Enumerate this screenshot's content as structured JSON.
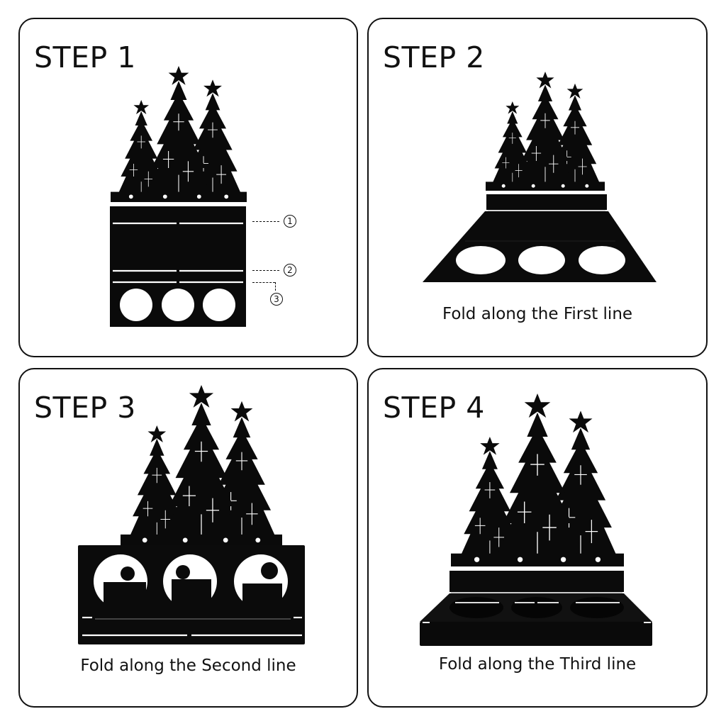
{
  "steps": [
    {
      "title": "STEP 1",
      "caption": "",
      "callouts": [
        "1",
        "2",
        "3"
      ]
    },
    {
      "title": "STEP 2",
      "caption": "Fold along the First line"
    },
    {
      "title": "STEP 3",
      "caption": "Fold along the Second line"
    },
    {
      "title": "STEP 4",
      "caption": "Fold along the Third line"
    }
  ],
  "colors": {
    "border": "#111111",
    "metal": "#0a0a0a",
    "background": "#ffffff"
  }
}
